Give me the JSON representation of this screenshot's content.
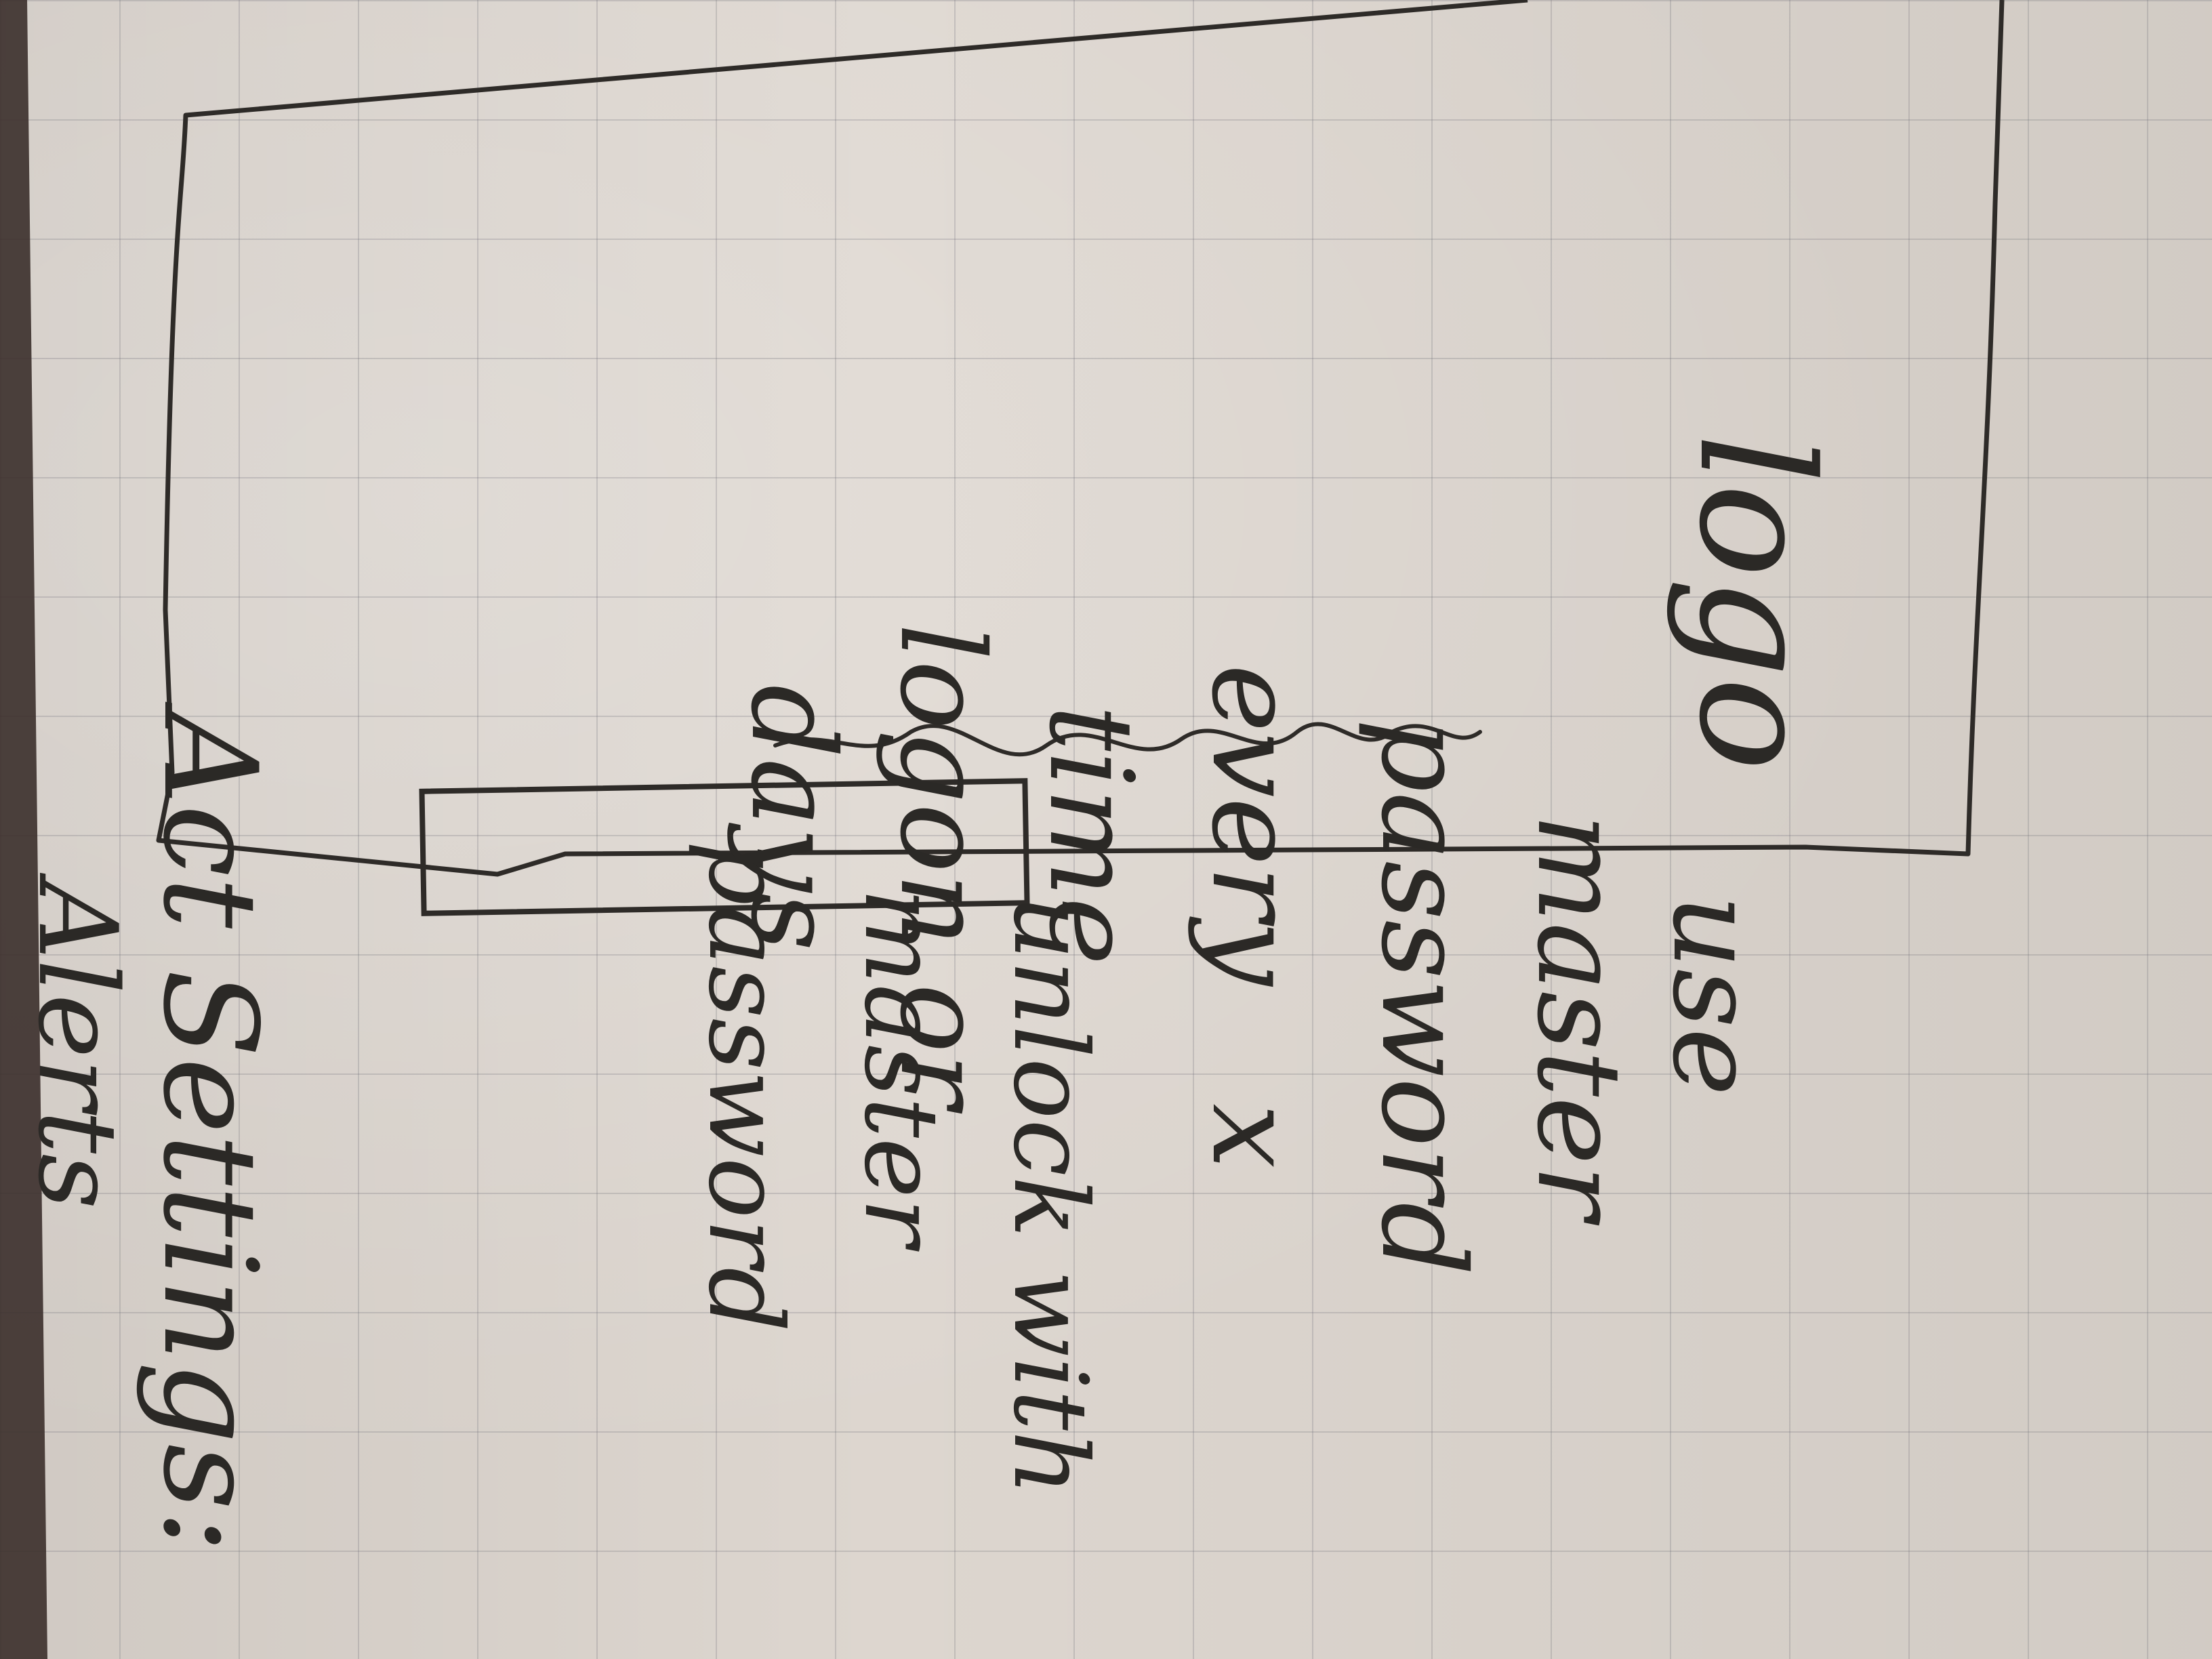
{
  "sketch": {
    "logo": "logo",
    "unlock_lines": [
      "unlock with",
      "master",
      "password"
    ],
    "note_lines": [
      "use",
      "master",
      "password",
      "every",
      "x",
      "time",
      "logon or",
      "days"
    ],
    "act_settings": "Act Settings:",
    "alerts": "Alerts"
  }
}
